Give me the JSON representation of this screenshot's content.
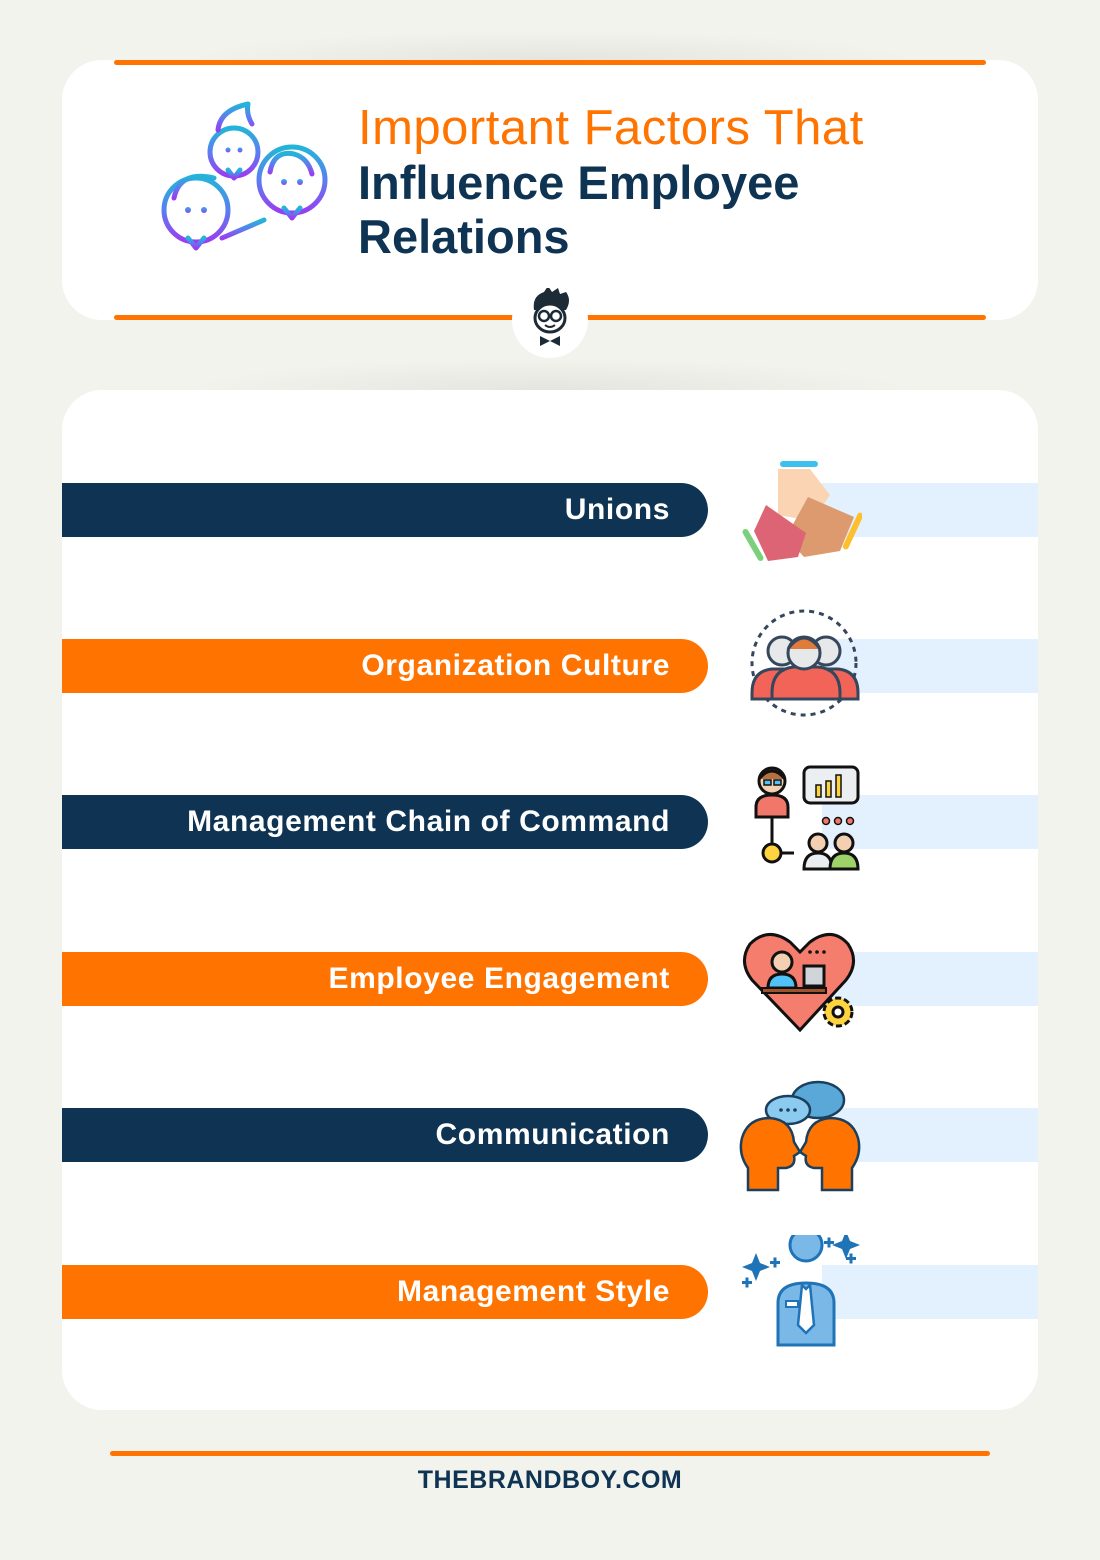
{
  "header": {
    "title_line1": "Important Factors That",
    "title_line2": "Influence Employee",
    "title_line3": "Relations",
    "hero_icon": "connected-people-network-icon",
    "mascot_icon": "brandboy-mascot-icon"
  },
  "factors": [
    {
      "label": "Unions",
      "style": "navy",
      "icon": "joined-hands-icon"
    },
    {
      "label": "Organization Culture",
      "style": "orange",
      "icon": "team-group-icon"
    },
    {
      "label": "Management Chain of Command",
      "style": "navy",
      "icon": "manager-hierarchy-icon"
    },
    {
      "label": "Employee Engagement",
      "style": "orange",
      "icon": "heart-employee-gear-icon"
    },
    {
      "label": "Communication",
      "style": "navy",
      "icon": "two-heads-speech-bubbles-icon"
    },
    {
      "label": "Management Style",
      "style": "orange",
      "icon": "manager-sparkles-icon"
    }
  ],
  "footer": {
    "site": "THEBRANDBOY.COM"
  },
  "colors": {
    "orange": "#ff7300",
    "navy": "#0e3353",
    "background": "#f3f3ee",
    "light_blue_bar": "#e3f0fd",
    "card": "#ffffff"
  }
}
